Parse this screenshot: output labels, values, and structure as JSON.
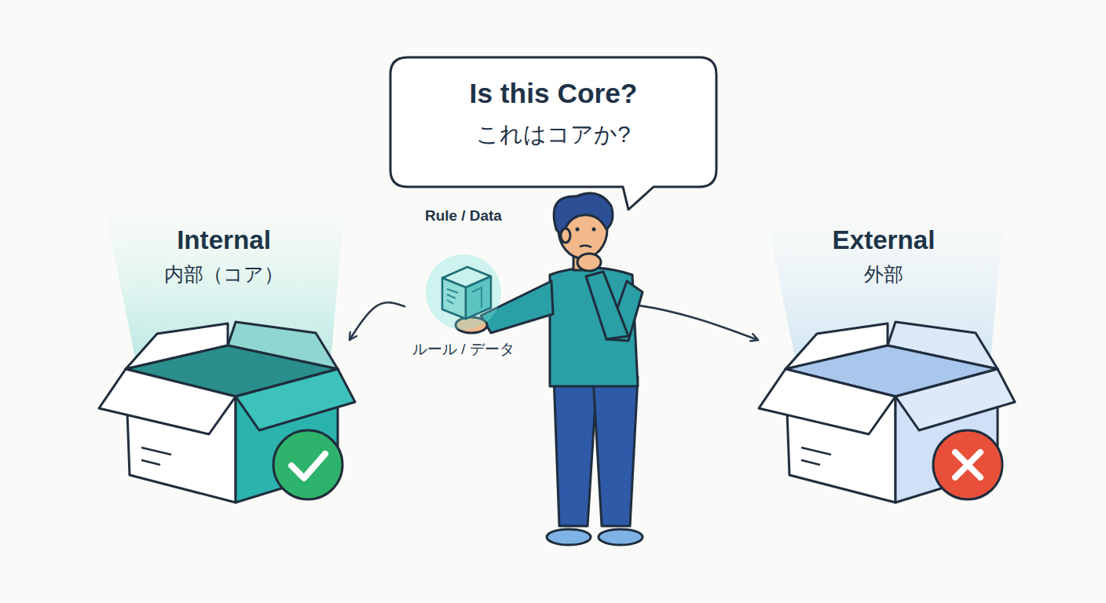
{
  "diagram": {
    "nodes": [
      {
        "text": [
          "Is this Core?",
          "これはコアか?"
        ]
      },
      {
        "text": [
          "Internal",
          "内部（コア）"
        ]
      },
      {
        "text": [
          "Rule / Data",
          "ルール / データ"
        ]
      },
      {
        "text": [
          "External",
          "外部"
        ]
      }
    ],
    "edges": [
      {
        "from": 2,
        "to": 1,
        "arrow": "to"
      },
      {
        "from": 2,
        "to": 3,
        "arrow": "to"
      }
    ]
  }
}
